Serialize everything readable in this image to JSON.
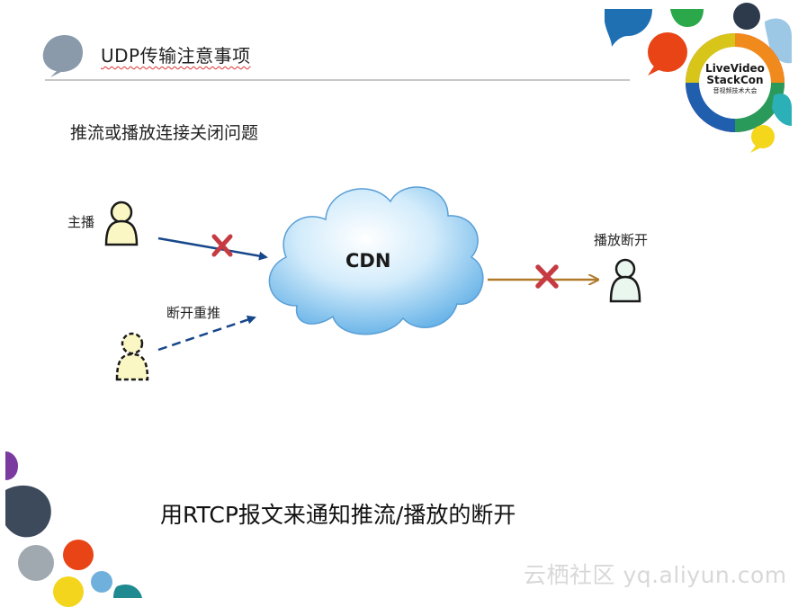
{
  "slide": {
    "title": "UDP传输注意事项",
    "subtitle": "推流或播放连接关闭问题",
    "footer": "用RTCP报文来通知推流/播放的断开",
    "watermark": "云栖社区 yq.aliyun.com"
  },
  "logo": {
    "line1": "LiveVideo",
    "line2": "StackCon",
    "line3": "音视频技术大会"
  },
  "diagram": {
    "cdn_label": "CDN",
    "host_label": "主播",
    "reconnect_label": "断开重推",
    "player_label": "播放断开"
  },
  "colors": {
    "arrow_blue": "#17478a",
    "arrow_orange": "#b07a2a",
    "cross_red": "#c63b42",
    "person_yellow": "#fbf7c4",
    "person_green": "#e9f7ef"
  }
}
